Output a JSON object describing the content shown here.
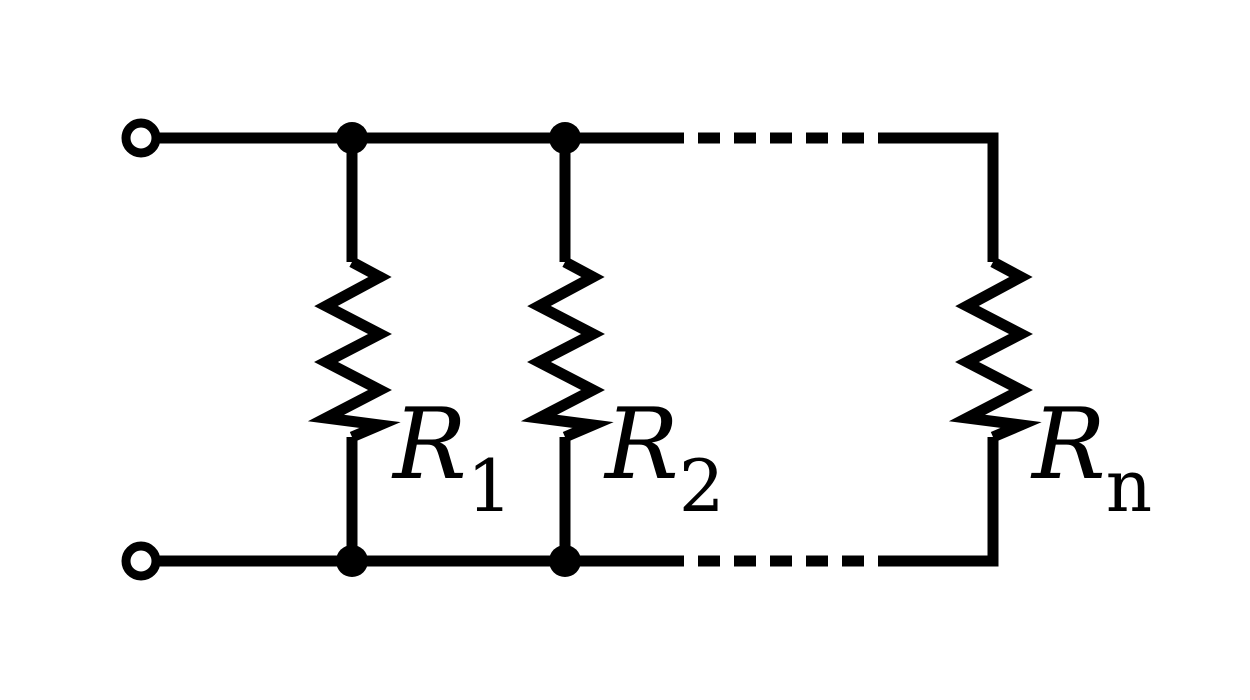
{
  "diagram": {
    "stroke_color": "#000000",
    "background": "#ffffff",
    "resistors": [
      {
        "symbol": "R",
        "subscript": "1"
      },
      {
        "symbol": "R",
        "subscript": "2"
      },
      {
        "symbol": "R",
        "subscript": "n"
      }
    ]
  }
}
